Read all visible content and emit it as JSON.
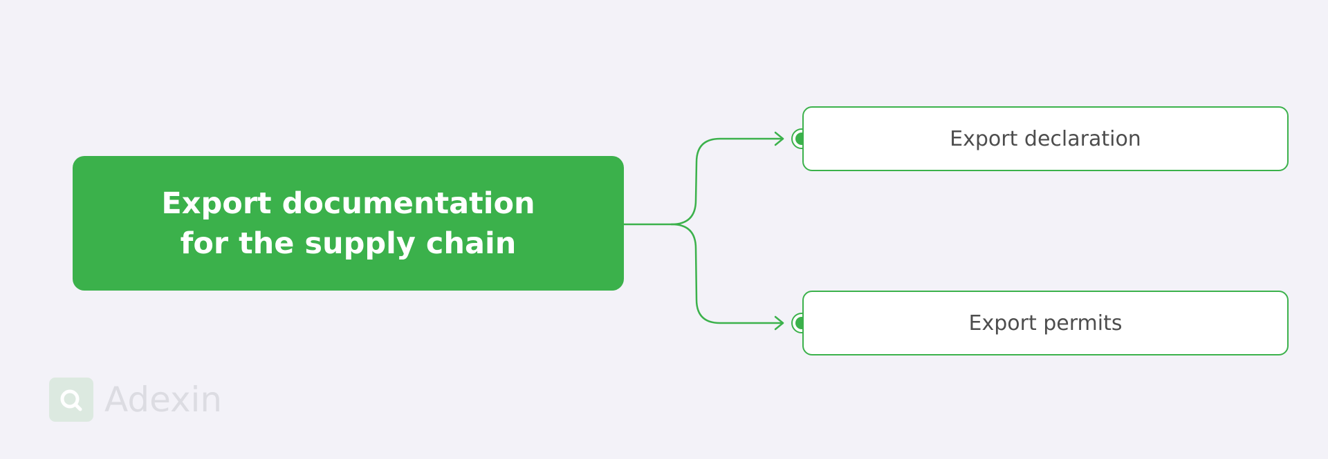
{
  "diagram": {
    "root": {
      "lines": [
        "Export documentation",
        "for the supply chain"
      ]
    },
    "children": [
      {
        "label": "Export declaration"
      },
      {
        "label": "Export permits"
      }
    ]
  },
  "watermark": {
    "brand": "Adexin",
    "icon": "adexin-logo-icon"
  },
  "colors": {
    "accent": "#3bb14b",
    "background": "#f3f2f8",
    "child_text": "#4d4d4d",
    "watermark_text": "#dcdce2"
  }
}
